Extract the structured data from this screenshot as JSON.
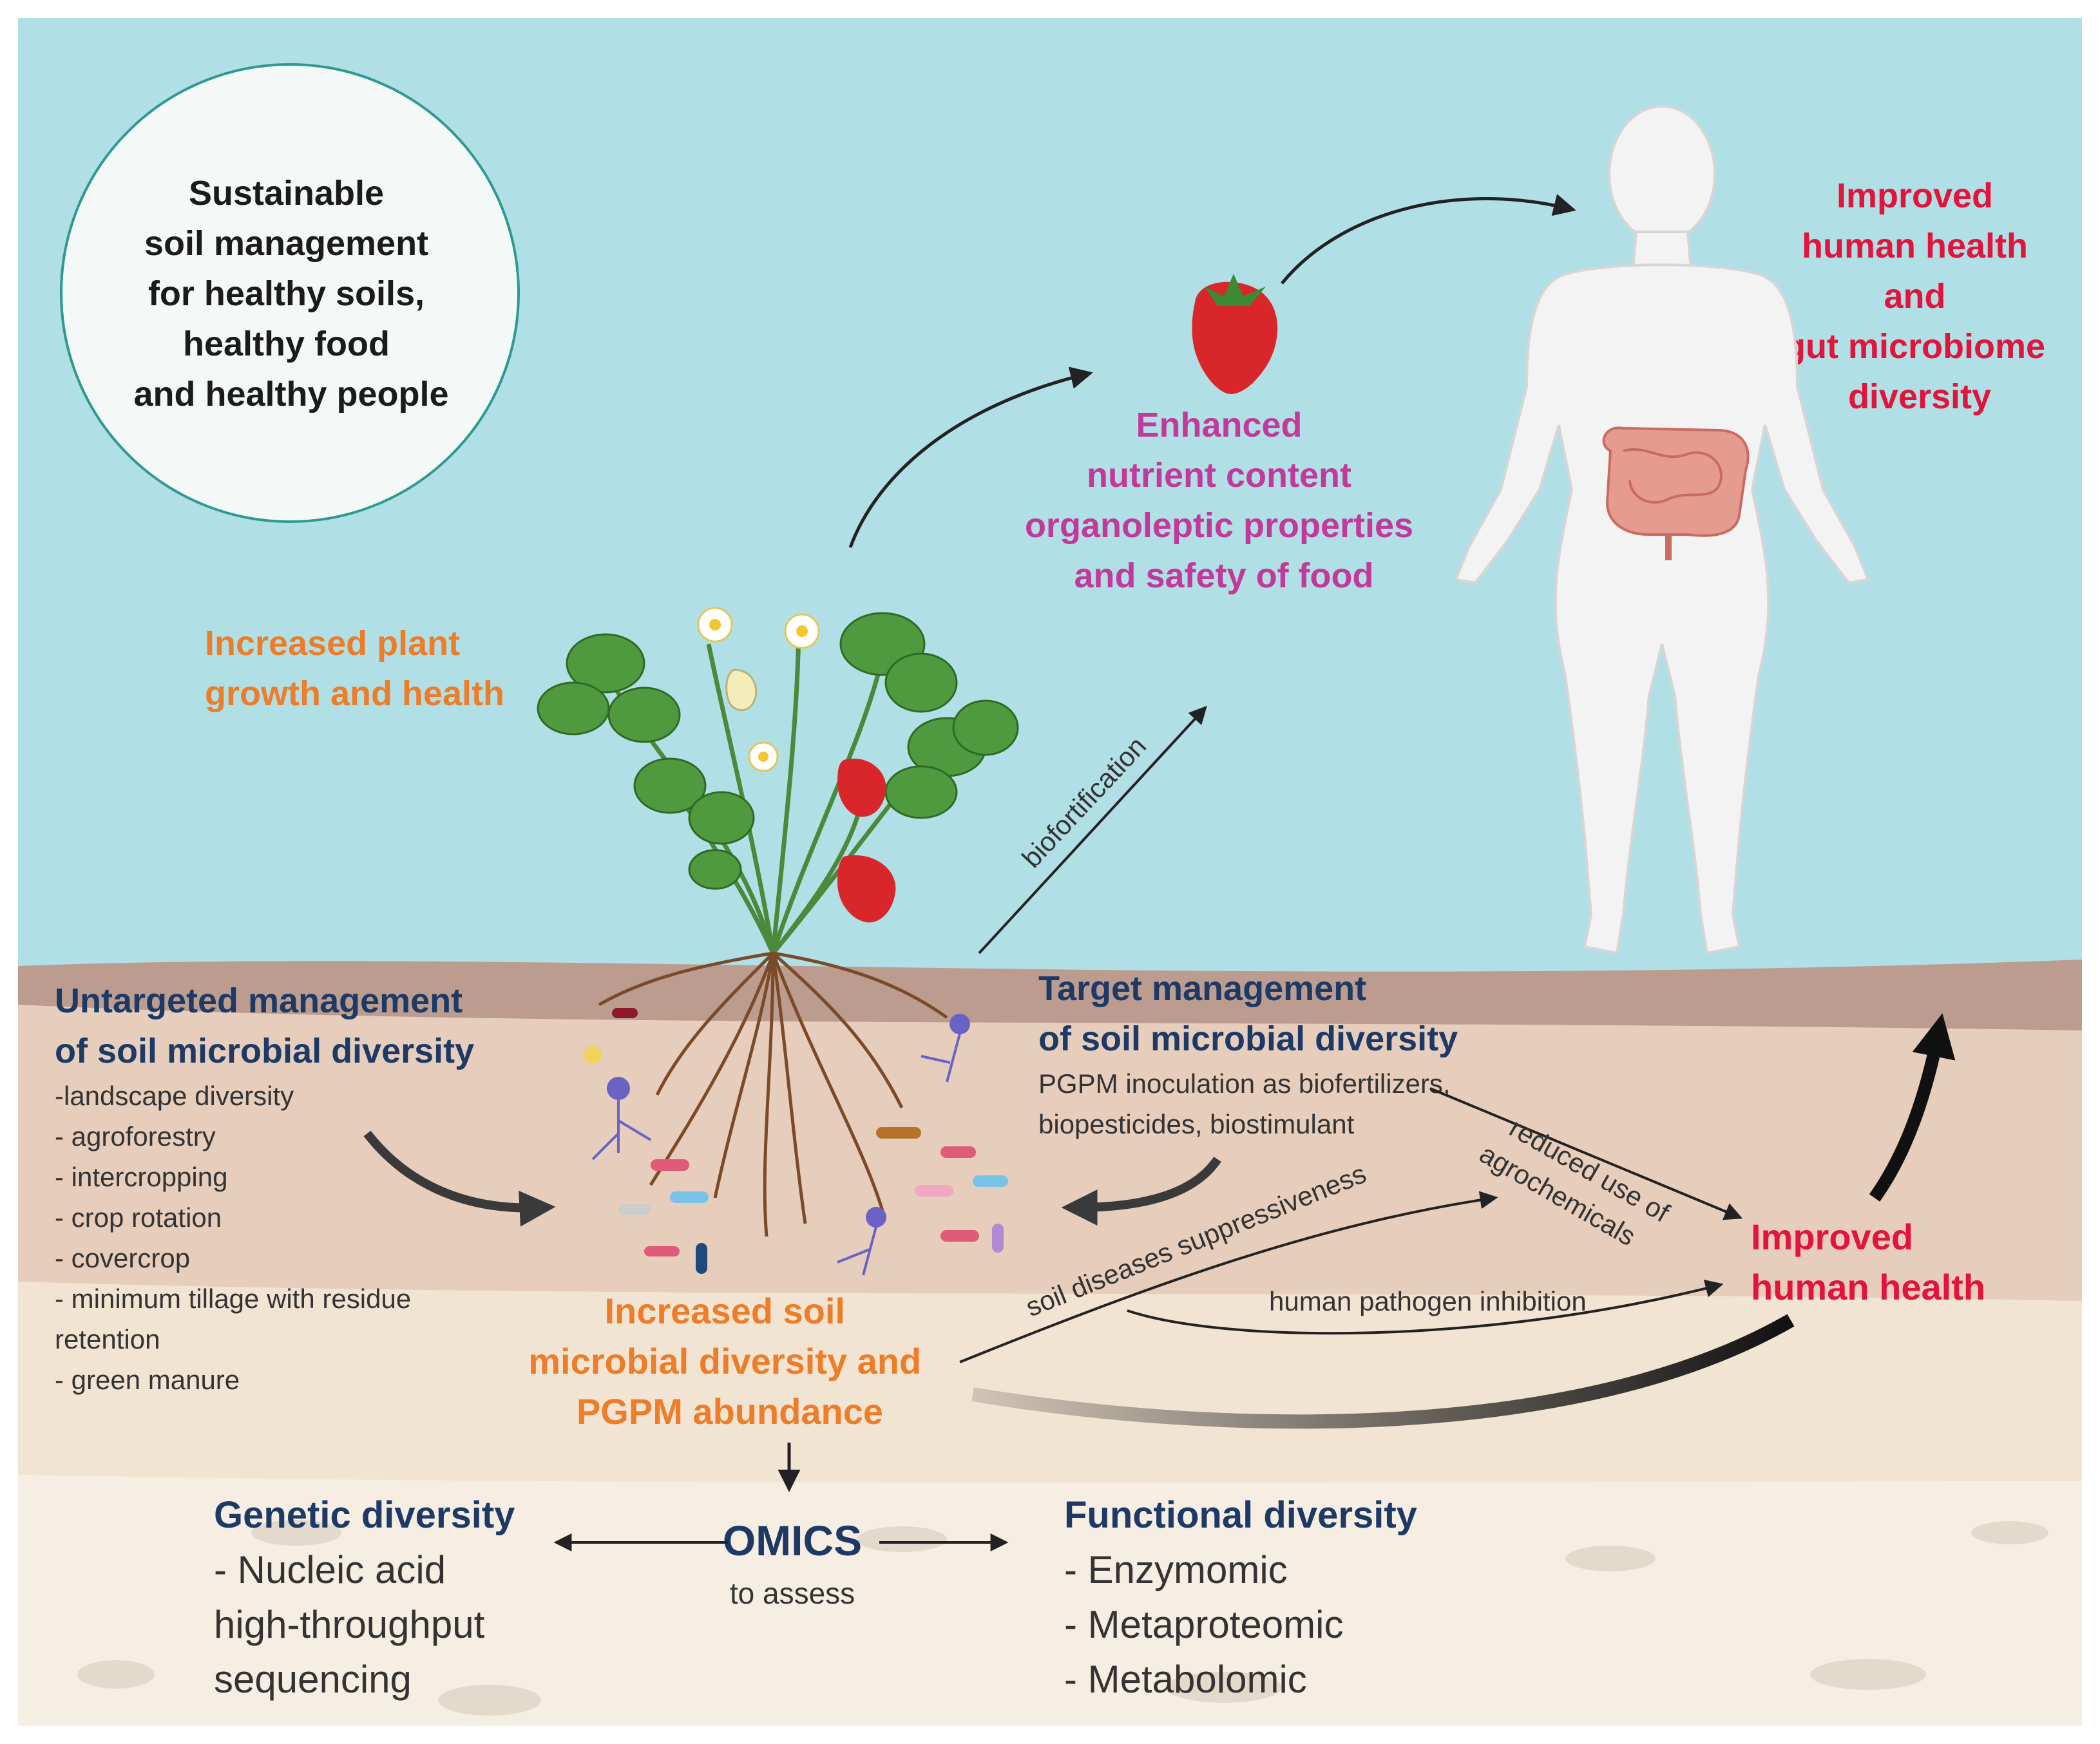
{
  "circle": {
    "lines": [
      "Sustainable",
      "soil management",
      "for healthy soils,",
      "healthy food",
      "and healthy people"
    ]
  },
  "plant_label": [
    "Increased plant",
    "growth and health"
  ],
  "food_label": [
    "Enhanced",
    "nutrient content",
    "organoleptic properties",
    "and safety of food"
  ],
  "human_label": [
    "Improved",
    "human health",
    "and",
    "gut microbiome",
    "diversity"
  ],
  "biofortification": "biofortification",
  "untargeted": {
    "title": [
      "Untargeted management",
      "of soil microbial diversity"
    ],
    "items": [
      "-landscape diversity",
      "- agroforestry",
      "- intercropping",
      "- crop rotation",
      "- covercrop",
      "- minimum tillage with residue",
      "retention",
      "- green manure"
    ]
  },
  "target": {
    "title": [
      "Target management",
      "of soil microbial diversity"
    ],
    "items": [
      "PGPM inoculation as biofertilizers,",
      "biopesticides,  biostimulant"
    ]
  },
  "increased_soil": [
    "Increased soil",
    "microbial diversity and",
    "PGPM abundance"
  ],
  "soil_diseases": "soil diseases suppressiveness",
  "reduced_use": [
    "reduced use of",
    "agrochemicals"
  ],
  "human_pathogen": "human pathogen inhibition",
  "improved_health": [
    "Improved",
    "human health"
  ],
  "omics": {
    "title": "OMICS",
    "sub": "to assess"
  },
  "genetic": {
    "title": "Genetic diversity",
    "items": [
      "- Nucleic acid",
      "high-throughput",
      "sequencing"
    ]
  },
  "functional": {
    "title": "Functional diversity",
    "items": [
      "- Enzymomic",
      "- Metaproteomic",
      "- Metabolomic"
    ]
  },
  "colors": {
    "sky": "#b0dfe5",
    "soil_top": "#bc9c8e",
    "soil_mid": "#e7cdbb",
    "soil_low": "#f2e4d2",
    "soil_bottom": "#f6eee2",
    "orange_text": "#ee7d2a",
    "navy_text": "#1d3a66",
    "magenta_text": "#c2399a",
    "red_text": "#e2143c"
  }
}
